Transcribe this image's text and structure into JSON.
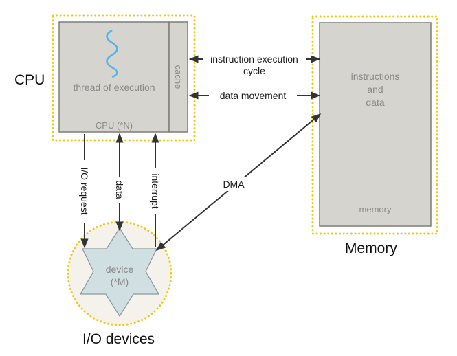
{
  "cpu": {
    "title": "CPU",
    "thread_label": "thread of execution",
    "cache_label": "cache",
    "unit_label": "CPU (*N)"
  },
  "memory": {
    "title": "Memory",
    "content_line1": "instructions",
    "content_line2": "and",
    "content_line3": "data",
    "unit_label": "memory"
  },
  "io": {
    "title": "I/O devices",
    "device_line1": "device",
    "device_line2": "(*M)"
  },
  "connections": {
    "instruction_cycle_line1": "instruction execution",
    "instruction_cycle_line2": "cycle",
    "data_movement": "data movement",
    "io_request": "I/O request",
    "data": "data",
    "interrupt": "interrupt",
    "dma": "DMA"
  },
  "colors": {
    "dotted_outline": "#f2c811",
    "panel_fill": "#d6d4cf",
    "device_fill": "#cfdfe2",
    "io_circle_fill": "#f5f2eb",
    "thread_wave": "#58b3e6"
  }
}
